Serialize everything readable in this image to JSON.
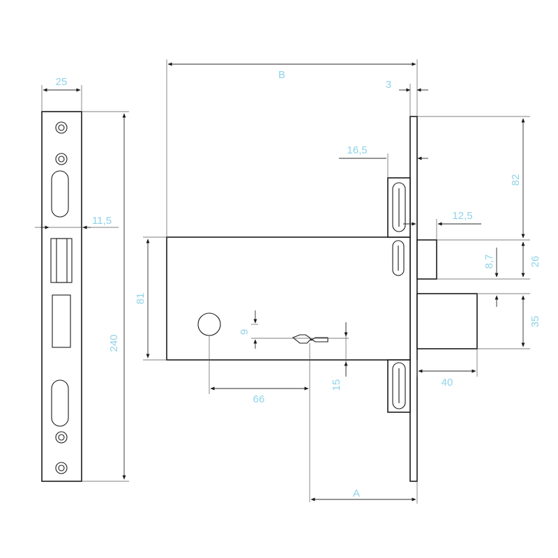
{
  "colors": {
    "dimension_text": "#8fd3e8",
    "outline": "#1a1a1a",
    "background": "#ffffff"
  },
  "dimensions": {
    "faceplate_width": "25",
    "backset_B": "B",
    "plate_thickness": "3",
    "latch_offset": "16,5",
    "bolt_offset": "12,5",
    "plate_edge_offset": "11,5",
    "upper_offset": "82",
    "latch_height": "26",
    "gap": "8,7",
    "bolt_height": "35",
    "body_height": "81",
    "key_offset": "9",
    "faceplate_length": "240",
    "bolt_throw": "40",
    "key_spacing": "66",
    "key_drop": "15",
    "backset_A": "A"
  }
}
